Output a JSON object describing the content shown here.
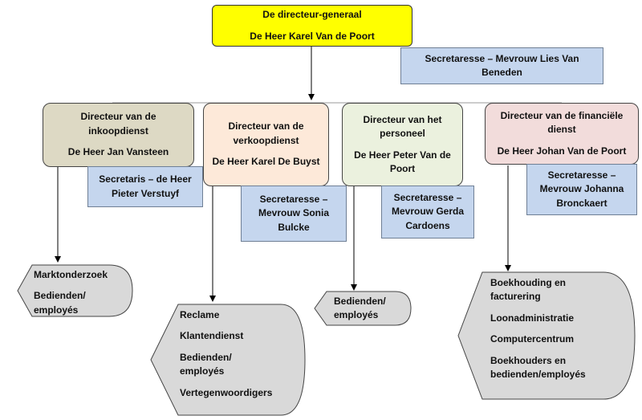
{
  "director_general": {
    "title": "De directeur-generaal",
    "name": "De Heer Karel Van de Poort"
  },
  "dg_secretary": "Secretaresse – Mevrouw Lies Van Beneden",
  "departments": [
    {
      "title": "Directeur van de inkoopdienst",
      "name": "De Heer Jan Vansteen",
      "secretary": "Secretaris – de Heer Pieter Verstuyf",
      "units": [
        "Marktonderzoek",
        "Bedienden/ employés"
      ]
    },
    {
      "title": "Directeur van de verkoopdienst",
      "name": "De Heer Karel De Buyst",
      "secretary": "Secretaresse – Mevrouw Sonia Bulcke",
      "units": [
        "Reclame",
        "Klantendienst",
        "Bedienden/ employés",
        "Vertegenwoordigers"
      ]
    },
    {
      "title": "Directeur van het personeel",
      "name": "De Heer Peter Van de Poort",
      "secretary": "Secretaresse – Mevrouw Gerda Cardoens",
      "units": [
        "Bedienden/ employés"
      ]
    },
    {
      "title": "Directeur van de financiële dienst",
      "name": "De Heer Johan Van de Poort",
      "secretary": "Secretaresse – Mevrouw Johanna Bronckaert",
      "units": [
        "Boekhouding en facturering",
        "Loonadministratie",
        "Computercentrum",
        "Boekhouders en bedienden/employés"
      ]
    }
  ],
  "colors": {
    "director_general": "#ffff00",
    "inkoop": "#ddd9c4",
    "verkoop": "#fde9d9",
    "personeel": "#ebf1de",
    "financieel": "#f2dcdb",
    "secretary": "#c5d6ee",
    "unit": "#d9d9d9"
  }
}
